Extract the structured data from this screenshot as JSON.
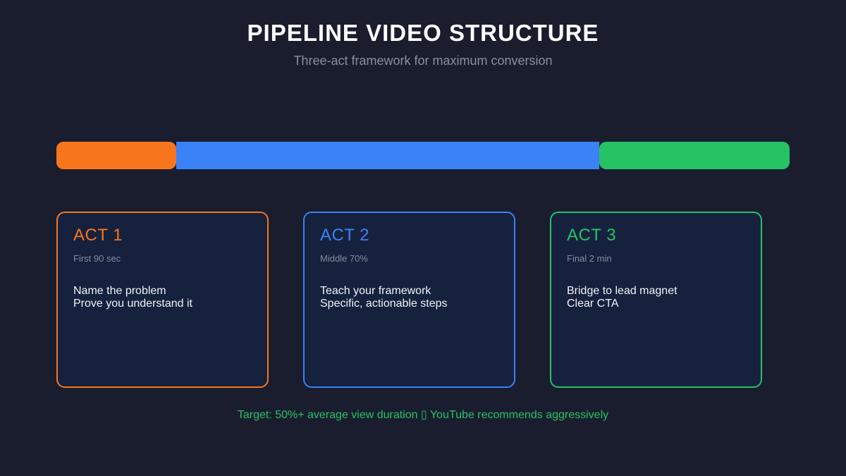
{
  "header": {
    "title": "PIPELINE VIDEO STRUCTURE",
    "subtitle": "Three-act framework for maximum conversion"
  },
  "timeline": {
    "segments": [
      {
        "name": "act-1-segment",
        "color": "#f7761d",
        "width_pct": "16.35%"
      },
      {
        "name": "act-2-segment",
        "color": "#3b82f6",
        "width_pct": "57.7%"
      },
      {
        "name": "act-3-segment",
        "color": "#26c365",
        "width_pct": "25.95%"
      }
    ]
  },
  "acts": [
    {
      "id": "ACT 1",
      "duration": "First 90 sec",
      "lines": [
        "Name the problem",
        "Prove you understand it"
      ],
      "color": "#f7761d"
    },
    {
      "id": "ACT 2",
      "duration": "Middle 70%",
      "lines": [
        "Teach your framework",
        "Specific, actionable steps"
      ],
      "color": "#3b82f6"
    },
    {
      "id": "ACT 3",
      "duration": "Final 2 min",
      "lines": [
        "Bridge to lead magnet",
        "Clear CTA"
      ],
      "color": "#26c365"
    }
  ],
  "footer": {
    "text": "Target: 50%+ average view duration ▯ YouTube recommends aggressively",
    "color": "#26c365"
  },
  "colors": {
    "background": "#1a1d2e",
    "card_background": "#16213e",
    "title_text": "#ffffff",
    "subtitle_text": "#8b8f9c",
    "body_text": "#f0f2f4"
  }
}
